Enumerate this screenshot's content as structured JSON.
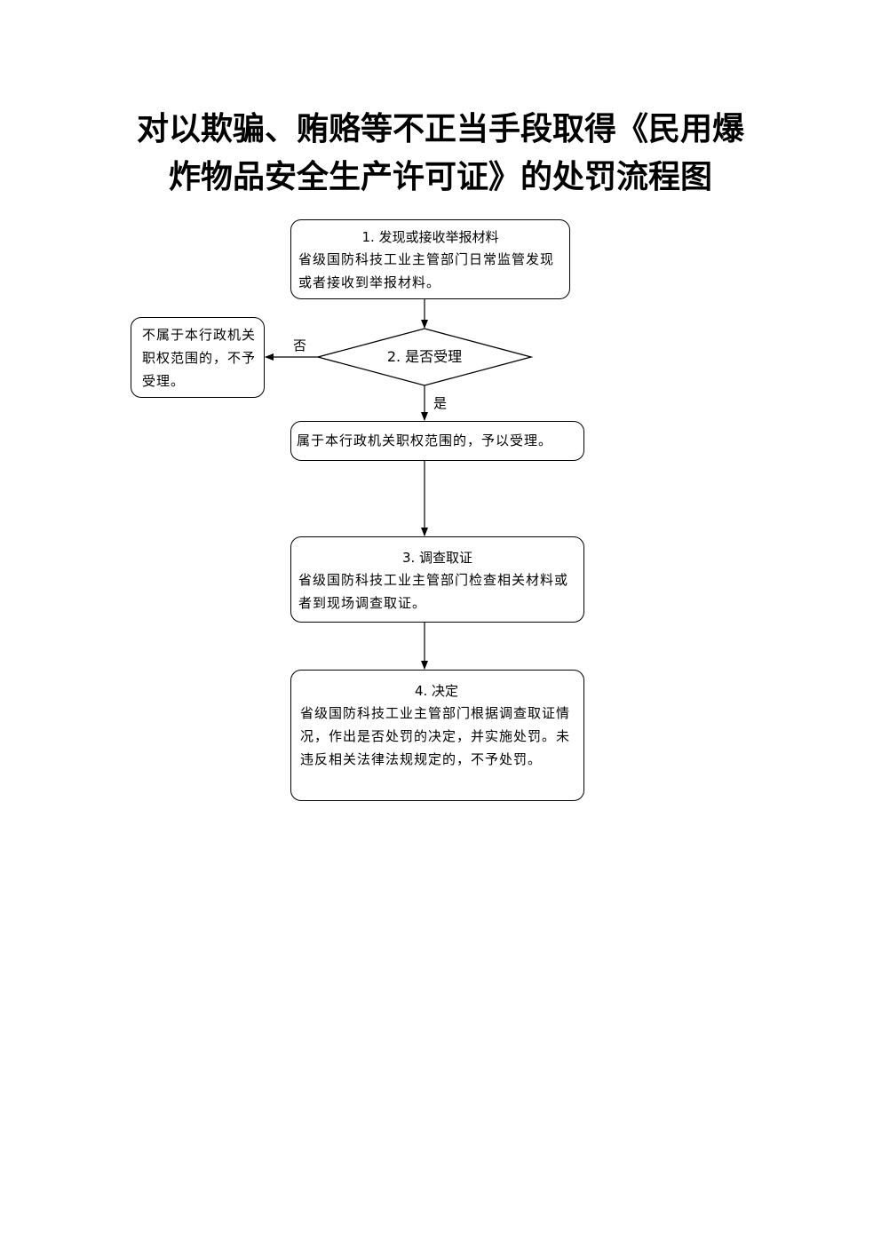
{
  "title": {
    "line1": "对以欺骗、贿赂等不正当手段取得《民用爆",
    "line2": "炸物品安全生产许可证》的处罚流程图"
  },
  "step1": {
    "title": "1. 发现或接收举报材料",
    "body": "省级国防科技工业主管部门日常监管发现或者接收到举报材料。"
  },
  "step2": {
    "title": "2. 是否受理"
  },
  "reject_box": {
    "body": "不属于本行政机关职权范围的，不予受理。"
  },
  "accept_box": {
    "body": "属于本行政机关职权范围的，予以受理。"
  },
  "step3": {
    "title": "3. 调查取证",
    "body": "省级国防科技工业主管部门检查相关材料或者到现场调查取证。"
  },
  "step4": {
    "title": "4. 决定",
    "body": "省级国防科技工业主管部门根据调查取证情况，作出是否处罚的决定，并实施处罚。未违反相关法律法规规定的，不予处罚。"
  },
  "edges": {
    "no_label": "否",
    "yes_label": "是"
  }
}
